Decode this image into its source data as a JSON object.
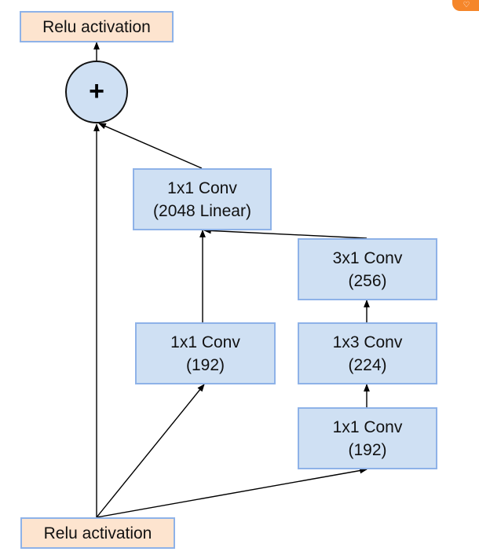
{
  "diagram": {
    "nodes": {
      "relu_output": {
        "label": "Relu activation"
      },
      "add": {
        "symbol": "+"
      },
      "conv_linear": {
        "line1": "1x1 Conv",
        "line2": "(2048 Linear)"
      },
      "conv_3x1": {
        "line1": "3x1 Conv",
        "line2": "(256)"
      },
      "conv_1x1_branch1": {
        "line1": "1x1 Conv",
        "line2": "(192)"
      },
      "conv_1x3": {
        "line1": "1x3 Conv",
        "line2": "(224)"
      },
      "conv_1x1_branch2": {
        "line1": "1x1 Conv",
        "line2": "(192)"
      },
      "relu_input": {
        "label": "Relu activation"
      }
    },
    "edges": [
      {
        "from": "relu_input",
        "to": "add"
      },
      {
        "from": "relu_input",
        "to": "conv_1x1_branch1"
      },
      {
        "from": "relu_input",
        "to": "conv_1x1_branch2"
      },
      {
        "from": "conv_1x1_branch2",
        "to": "conv_1x3"
      },
      {
        "from": "conv_1x3",
        "to": "conv_3x1"
      },
      {
        "from": "conv_1x1_branch1",
        "to": "conv_linear"
      },
      {
        "from": "conv_3x1",
        "to": "conv_linear"
      },
      {
        "from": "conv_linear",
        "to": "add"
      },
      {
        "from": "add",
        "to": "relu_output"
      }
    ],
    "colors": {
      "conv_fill": "#cfe0f3",
      "relu_fill": "#fde4cf",
      "border": "#8eb2e8",
      "badge": "#f5862a"
    }
  },
  "corner_badge": {
    "icon": "lightbulb-icon",
    "glyph": "♡"
  }
}
